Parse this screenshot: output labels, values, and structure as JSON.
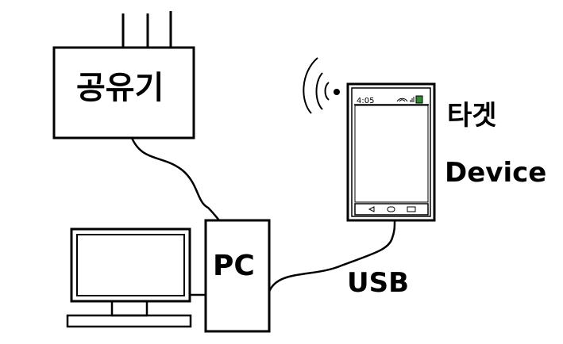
{
  "diagram": {
    "router_label": "공유기",
    "pc_label": "PC",
    "target_label_line1": "타겟",
    "target_label_line2": "Device",
    "usb_label": "USB",
    "phone_status_time": "4:05"
  },
  "colors": {
    "stroke": "#000000",
    "background": "#ffffff",
    "battery": "#2e8b2e"
  }
}
